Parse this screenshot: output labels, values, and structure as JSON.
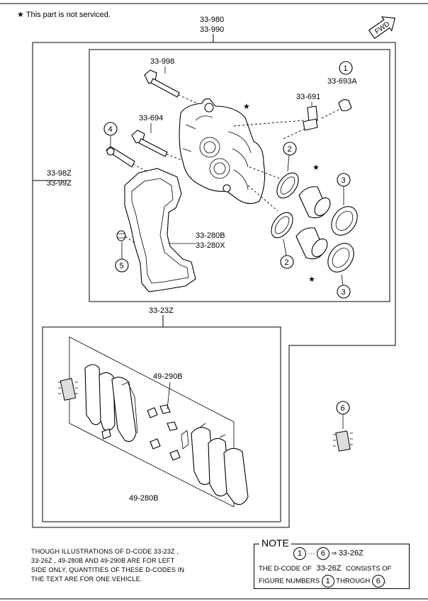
{
  "header": {
    "star": "★",
    "note": "This part is not serviced."
  },
  "labels": {
    "assembly_1": "33-980",
    "assembly_2": "33-990",
    "bolt_998": "33-998",
    "bolt_694": "33-694",
    "bleeder_691": "33-691",
    "cap_693a": "33-693A",
    "bracket_98z": "33-98Z",
    "bracket_99z": "33-99Z",
    "mount_280b": "33-280B",
    "mount_280x": "33-280X",
    "pad_set": "33-23Z",
    "shim_290b": "49-290B",
    "clip_280b": "49-280B"
  },
  "callouts": [
    "1",
    "2",
    "3",
    "4",
    "5",
    "6"
  ],
  "star": "★",
  "fwd": "FWD",
  "footnote": {
    "line1": "THOUGH ILLUSTRATIONS OF D-CODE 33-23Z ,",
    "line2": "33-26Z , 49-280B AND 49-290B ARE FOR LEFT",
    "line3": "SIDE ONLY, QUANTITIES OF THESE D-CODES IN",
    "line4": "THE TEXT ARE FOR ONE VEHICLE."
  },
  "note": {
    "title": "NOTE",
    "range_start": "1",
    "dots": "···",
    "range_end": "6",
    "arrow": "⇒",
    "code": "33-26Z",
    "text_a": "THE D-CODE OF",
    "text_code": "33-26Z",
    "text_b": "CONSISTS OF",
    "text_c": "FIGURE NUMBERS",
    "text_d": "THROUGH",
    "text_end": "."
  }
}
